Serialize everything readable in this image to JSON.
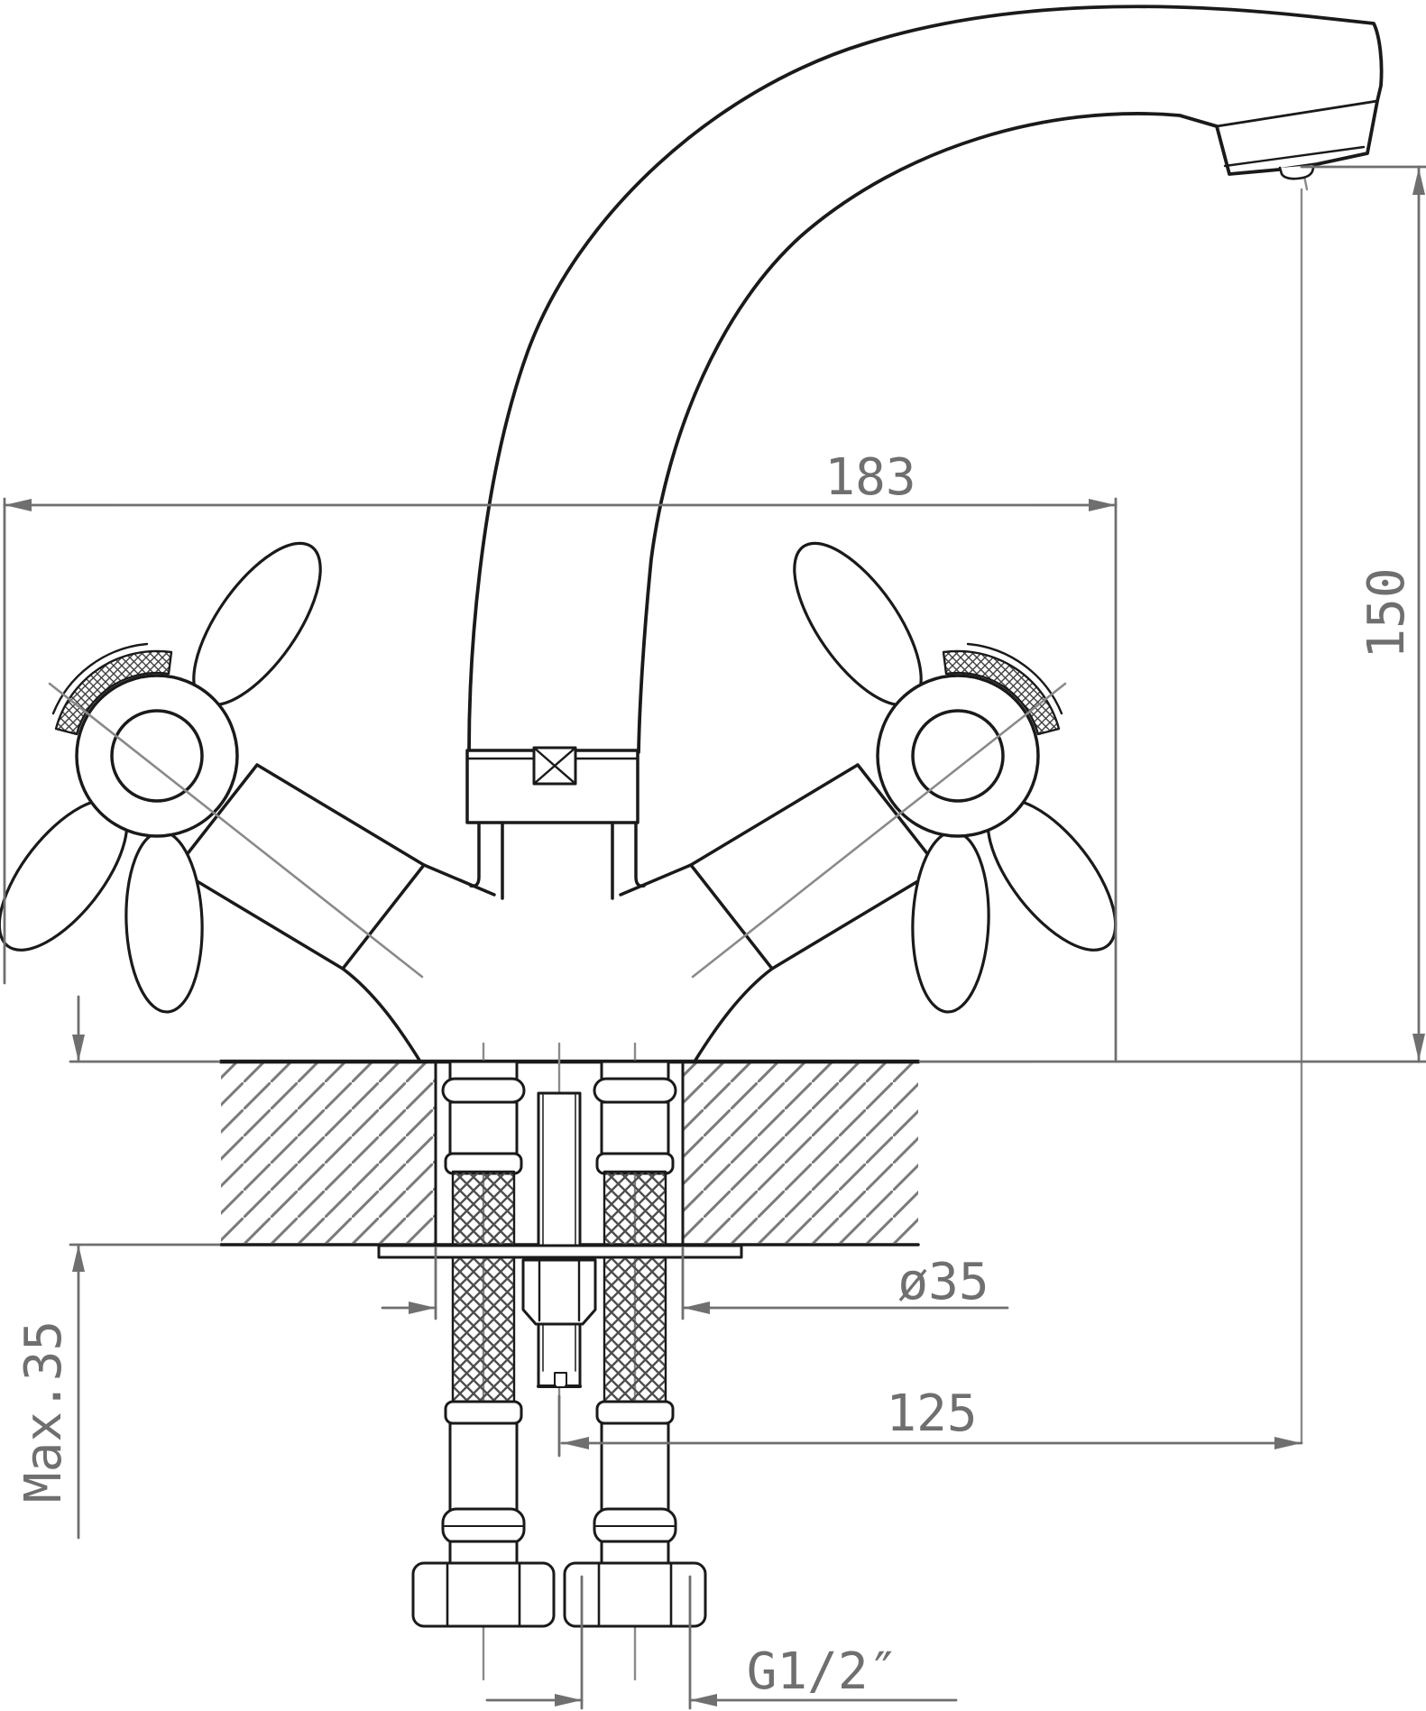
{
  "drawing": {
    "kind": "technical installation drawing, front section view of a two-handle monoblock sink mixer faucet",
    "dimensions": {
      "spout_reach": {
        "label": "183",
        "meaning": "overall width across handles, mm"
      },
      "spout_height": {
        "label": "150",
        "meaning": "height from mounting surface to spout outlet, mm"
      },
      "hole_diameter": {
        "label": "ø35",
        "meaning": "mounting hole diameter, mm"
      },
      "outlet_offset": {
        "label": "125",
        "meaning": "horizontal distance from body axis to outlet, mm"
      },
      "max_counter_thickness": {
        "label": "Max.35",
        "meaning": "maximum countertop thickness, mm"
      },
      "thread_size": {
        "label": "G1/2″",
        "meaning": "supply hose connection thread"
      }
    },
    "colors": {
      "outline": "#1a1a1a",
      "dimension": "#6f6f6f",
      "hatch": "#7a7a7a",
      "braid_mesh": "#4f4f4f",
      "background": "#ffffff"
    }
  }
}
